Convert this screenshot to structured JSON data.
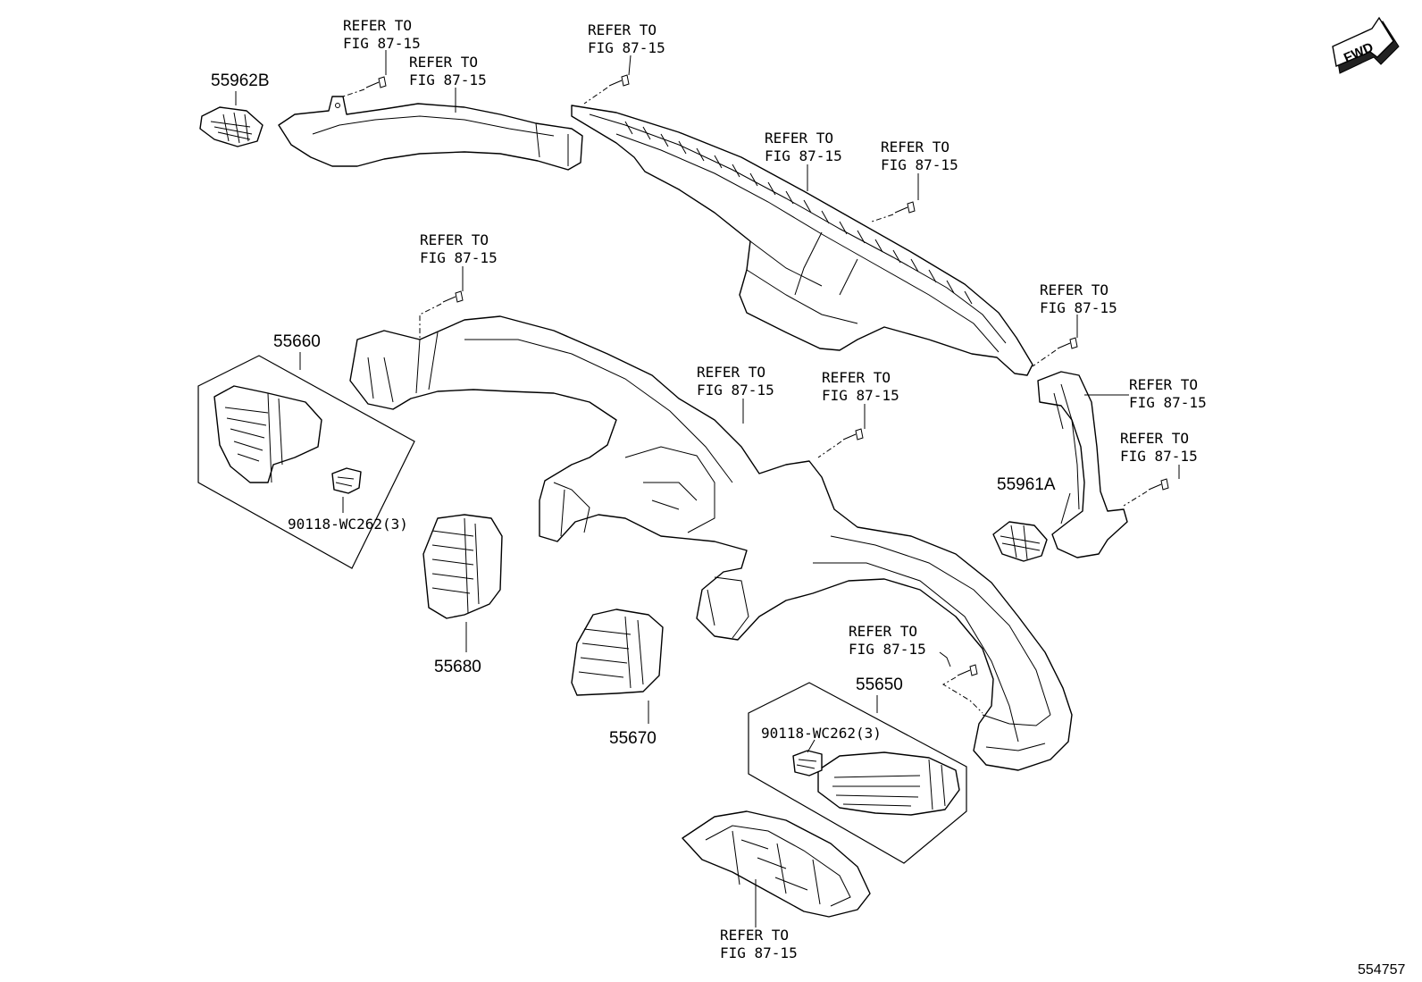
{
  "refer_label": {
    "line1": "REFER TO",
    "line2": "FIG 87-15"
  },
  "part_numbers": {
    "p55962B": "55962B",
    "p55660": "55660",
    "p55680": "55680",
    "p55670": "55670",
    "p55961A": "55961A",
    "p55650": "55650",
    "clip_left": "90118-WC262(3)",
    "clip_right": "90118-WC262(3)"
  },
  "fwd_label": "FWD",
  "diagram_id": "554757"
}
